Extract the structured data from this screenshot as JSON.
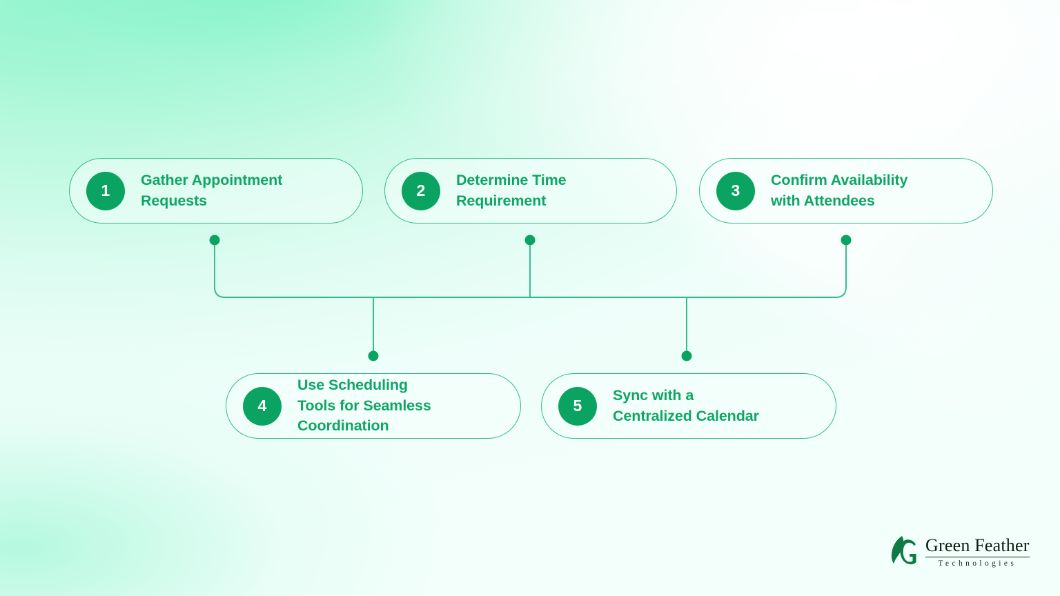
{
  "background": {
    "accent_green": "#0aa361",
    "line_green": "#2ebb88",
    "text_green": "#10a566",
    "mint_light": "#ddfcf1",
    "mint_dark": "#8ff4cc"
  },
  "diagram": {
    "type": "flow-chart",
    "top_row": [
      {
        "number": "1",
        "label": "Gather Appointment\nRequests"
      },
      {
        "number": "2",
        "label": "Determine Time\nRequirement"
      },
      {
        "number": "3",
        "label": "Confirm Availability\nwith Attendees"
      }
    ],
    "bottom_row": [
      {
        "number": "4",
        "label": "Use Scheduling\nTools for Seamless\nCoordination"
      },
      {
        "number": "5",
        "label": "Sync with a\nCentralized Calendar"
      }
    ]
  },
  "logo": {
    "name": "Green Feather",
    "tagline": "Technologies",
    "mark": "feather-g-icon"
  }
}
